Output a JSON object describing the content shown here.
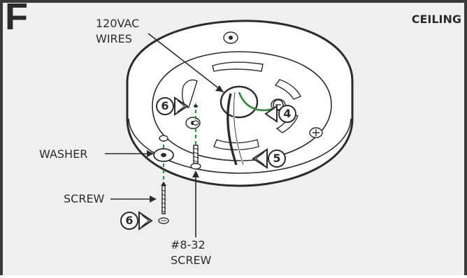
{
  "step": {
    "letter": "F"
  },
  "orientation_label": "CEILING",
  "labels": {
    "wires_line1": "120VAC",
    "wires_line2": "WIRES",
    "washer": "WASHER",
    "screw": "SCREW",
    "small_screw_line1": "#8-32",
    "small_screw_line2": "SCREW"
  },
  "callouts": {
    "c6_top": "6",
    "c4": "4",
    "c5": "5",
    "c6_bottom": "6"
  },
  "colors": {
    "frame": "#3a3a3a",
    "background": "#efefef",
    "line_art": "#2b2b2b",
    "ground_wire": "#2e8b3a",
    "guide_line": "#1f9a3c"
  }
}
